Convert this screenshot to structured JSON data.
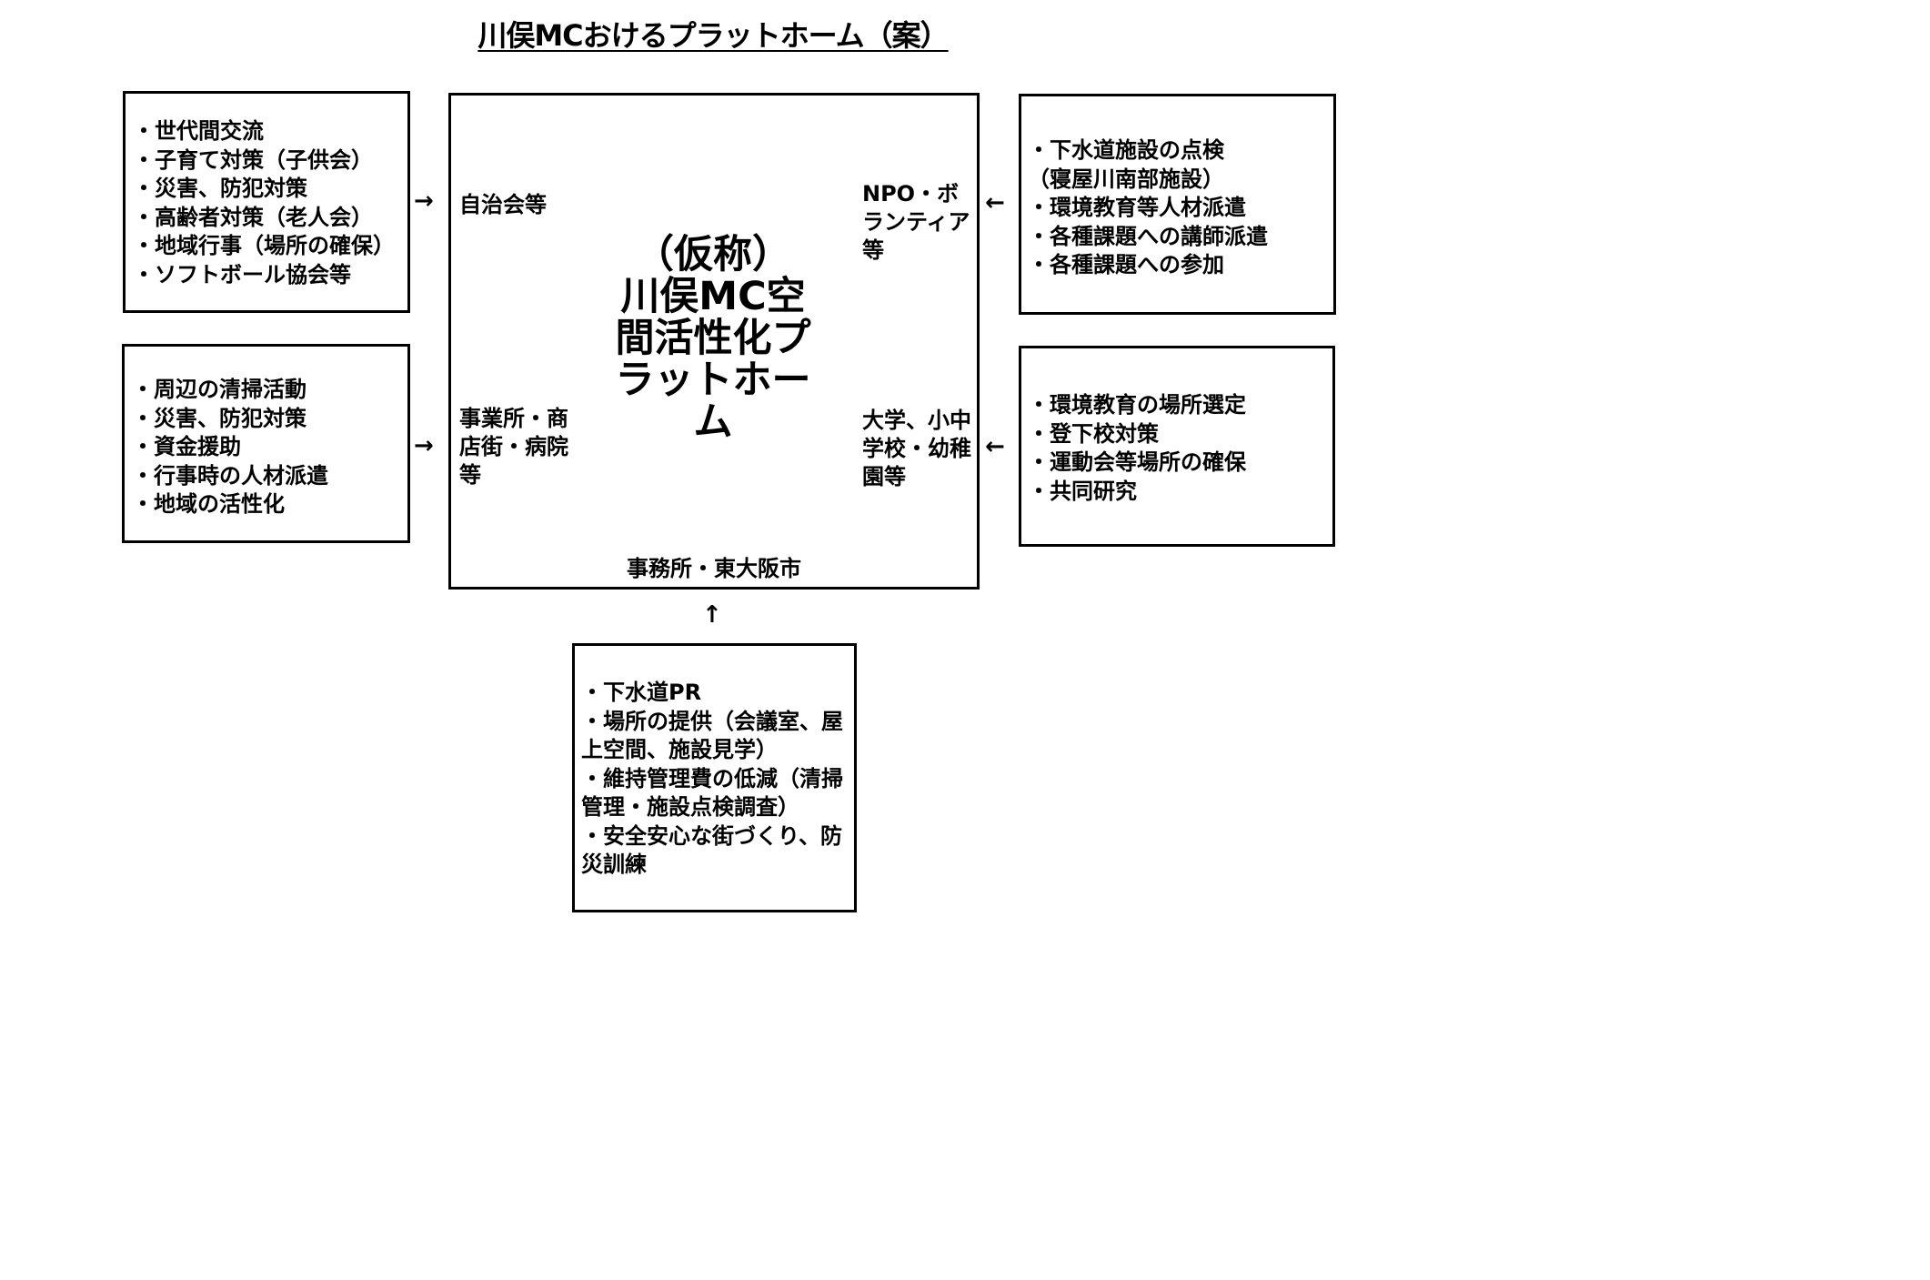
{
  "title": "川俣MCおけるプラットホーム（案）",
  "center": {
    "title_lines": [
      "（仮称）",
      "川俣MC空",
      "間活性化プ",
      "ラットホーム"
    ],
    "orgs": {
      "jichikai": "自治会等",
      "jigyousho": "事業所・商店街・病院等",
      "npo": "NPO・ボランティア等",
      "daigaku": "大学、小中学校・幼稚園等",
      "jimusho": "事務所・東大阪市"
    }
  },
  "boxes": {
    "top_left": [
      "・世代間交流",
      "・子育て対策（子供会）",
      "・災害、防犯対策",
      "・高齢者対策（老人会）",
      "・地域行事（場所の確保）",
      "・ソフトボール協会等"
    ],
    "mid_left": [
      "・周辺の清掃活動",
      "・災害、防犯対策",
      "・資金援助",
      "・行事時の人材派遣",
      "・地域の活性化"
    ],
    "top_right": [
      "・下水道施設の点検",
      "（寝屋川南部施設）",
      "・環境教育等人材派遣",
      "・各種課題への講師派遣",
      "・各種課題への参加"
    ],
    "mid_right": [
      "・環境教育の場所選定",
      "・登下校対策",
      "・運動会等場所の確保",
      "・共同研究"
    ],
    "bottom": [
      "・下水道PR",
      "・場所の提供（会議室、屋上空間、施設見学）",
      "・維持管理費の低減（清掃管理・施設点検調査）",
      "・安全安心な街づくり、防災訓練"
    ]
  },
  "arrows": {
    "right": "→",
    "left": "←",
    "up": "↑"
  }
}
